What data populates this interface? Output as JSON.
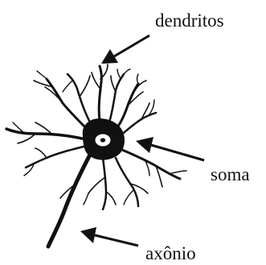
{
  "labels": {
    "dendrites": "dendritos",
    "soma": "soma",
    "axon": "axônio"
  },
  "colors": {
    "ink": "#111111",
    "background": "#ffffff"
  }
}
